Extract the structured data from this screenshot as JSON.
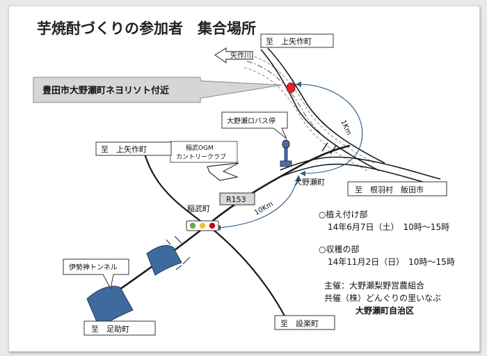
{
  "title": "芋焼酎づくりの参加者　集合場所",
  "map": {
    "callout_location": "豊田市大野瀬町ネヨリソト付近",
    "river": "矢作川",
    "bus_stop": "大野瀬ロバス停",
    "golf": [
      "稲武OGM",
      "カントリークラブ"
    ],
    "route_badge": "R153",
    "intersection": "稲武町",
    "town_oonose": "大野瀬町",
    "tunnel": "伊勢神トンネル",
    "dist_1km": "1Km",
    "dist_10km": "10Km",
    "signs": {
      "kami_yahagi_top": "至　上矢作町",
      "kami_yahagi_left": "至　上矢作町",
      "nebane": "至　根羽村　飯田市",
      "asuke": "至　足助町",
      "shitara": "至　設楽町"
    }
  },
  "schedule": {
    "planting_title": "○植え付け部",
    "planting_date": "14年6月7日（土）　10時〜15時",
    "harvest_title": "○収穫の部",
    "harvest_date": "14年11月2日（日）　10時〜15時",
    "organizer": "主催：大野瀬梨野営農組合",
    "co_host": "共催（株）どんぐりの里いなぶ",
    "assoc": "大野瀬町自治区"
  },
  "colors": {
    "road": "#1a1a1a",
    "callout_fill": "#d6d6d6",
    "tunnel_blue": "#3f6a9e",
    "red_pin": "#e0242b",
    "arrow_blue": "#2f5f8f",
    "signal_green": "#6aa84f",
    "signal_yellow": "#f1c232",
    "signal_red": "#cc0000"
  }
}
